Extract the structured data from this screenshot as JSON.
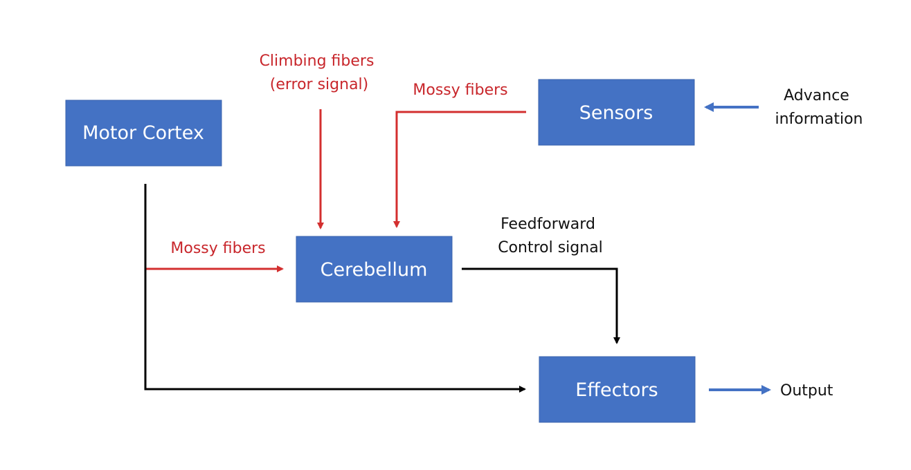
{
  "colors": {
    "box_fill": "#4472c4",
    "box_text": "#ffffff",
    "red_path": "#d32f2f",
    "red_text": "#c8262b",
    "black_path": "#000000",
    "blue_arrow": "#4472c4"
  },
  "boxes": {
    "motor_cortex": "Motor Cortex",
    "sensors": "Sensors",
    "cerebellum": "Cerebellum",
    "effectors": "Effectors"
  },
  "labels": {
    "climbing_line1": "Climbing fibers",
    "climbing_line2": "(error signal)",
    "mossy_top": "Mossy fibers",
    "mossy_left": "Mossy fibers",
    "advance_line1": "Advance",
    "advance_line2": "information",
    "feedforward_line1": "Feedforward",
    "feedforward_line2": "Control signal",
    "output": "Output"
  }
}
